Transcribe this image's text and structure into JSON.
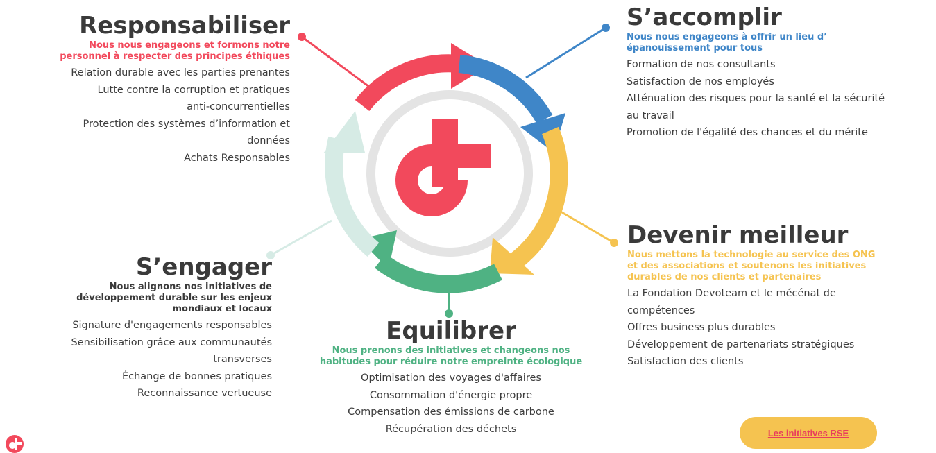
{
  "colors": {
    "red": "#f2495c",
    "blue": "#3f86c8",
    "yellow": "#f5c350",
    "green": "#4fb283",
    "mint": "#d6ebe5",
    "ring_gray": "#e4e4e4",
    "title": "#3a3a3a"
  },
  "logo": {
    "icon": "devoteam-logo-icon"
  },
  "sections": {
    "responsabiliser": {
      "title": "Responsabiliser",
      "subtitle": [
        "Nous nous engageons et formons notre",
        "personnel à respecter des principes éthiques"
      ],
      "items": [
        "Relation durable avec les parties prenantes",
        "Lutte contre la corruption et pratiques",
        "anti-concurrentielles",
        "Protection des systèmes d’information et",
        "données",
        "Achats Responsables"
      ]
    },
    "saccomplir": {
      "title": "S’accomplir",
      "subtitle": [
        "Nous nous engageons à offrir un lieu d’",
        "épanouissement pour tous"
      ],
      "items": [
        "Formation de nos consultants",
        "Satisfaction de nos employés",
        "Atténuation des risques pour la santé et la sécurité",
        "au travail",
        "Promotion de l'égalité des chances et du mérite"
      ]
    },
    "sengager": {
      "title": "S’engager",
      "subtitle": [
        "Nous alignons nos initiatives de",
        "développement durable sur les enjeux",
        "mondiaux et locaux"
      ],
      "items": [
        "Signature d'engagements responsables",
        "Sensibilisation grâce aux communautés",
        "transverses",
        "Échange de bonnes pratiques",
        "Reconnaissance vertueuse"
      ]
    },
    "devenir_meilleur": {
      "title": "Devenir meilleur",
      "subtitle": [
        "Nous mettons la technologie au service des ONG",
        "et des associations et soutenons les initiatives",
        "durables de nos clients et partenaires"
      ],
      "items": [
        "La Fondation Devoteam et le mécénat de",
        "compétences",
        "Offres business plus durables",
        "Développement de partenariats stratégiques",
        "Satisfaction des clients"
      ]
    },
    "equilibrer": {
      "title": "Equilibrer",
      "subtitle": [
        "Nous prenons des initiatives et changeons nos",
        "habitudes pour réduire notre empreinte écologique"
      ],
      "items": [
        "Optimisation des voyages d'affaires",
        "Consommation d'énergie propre",
        "Compensation des émissions de carbone",
        "Récupération des déchets"
      ]
    }
  },
  "cta": {
    "label": "Les initiatives RSE"
  }
}
